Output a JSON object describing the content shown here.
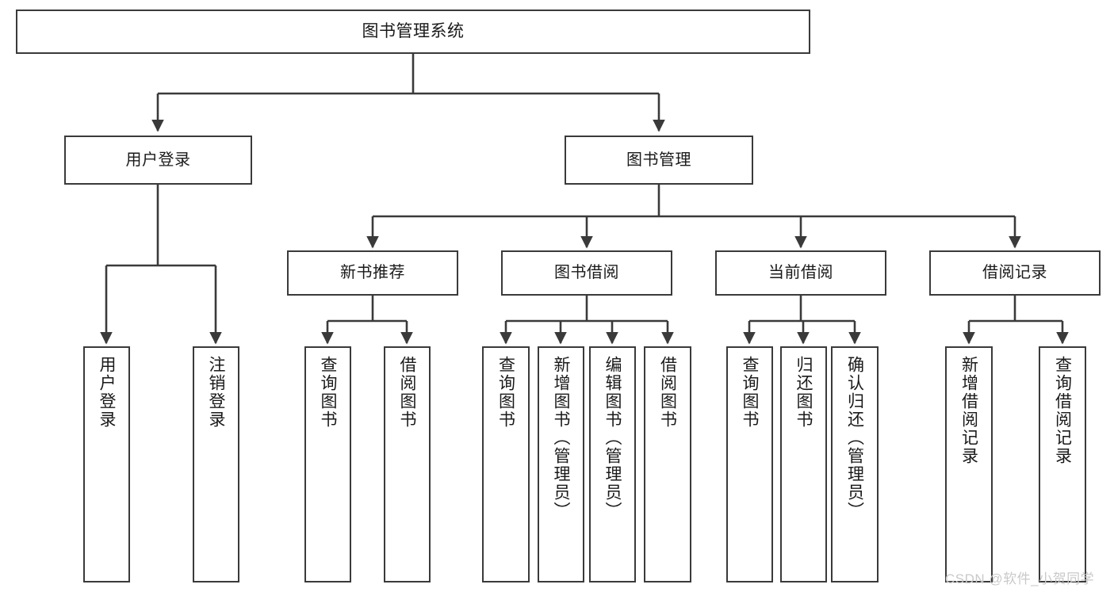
{
  "diagram": {
    "type": "tree",
    "title": "图书管理系统",
    "watermark": "CSDN @软件_小贺同学",
    "colors": {
      "stroke": "#3a3a3a",
      "fill": "#ffffff",
      "text": "#1a1a1a",
      "watermark": "#c9c9c9"
    },
    "nodes": {
      "root": {
        "label": "图书管理系统"
      },
      "level2": [
        {
          "id": "user_login",
          "label": "用户登录"
        },
        {
          "id": "book_mgmt",
          "label": "图书管理"
        }
      ],
      "level3": [
        {
          "id": "new_book_rec",
          "label": "新书推荐"
        },
        {
          "id": "book_borrow",
          "label": "图书借阅"
        },
        {
          "id": "current_borrow",
          "label": "当前借阅"
        },
        {
          "id": "borrow_record",
          "label": "借阅记录"
        }
      ],
      "leaves": {
        "user_login": [
          {
            "id": "leaf_user_login",
            "label": "用户登录"
          },
          {
            "id": "leaf_user_logout",
            "label": "注销登录"
          }
        ],
        "new_book_rec": [
          {
            "id": "leaf_query_book_1",
            "label": "查询图书"
          },
          {
            "id": "leaf_borrow_book_1",
            "label": "借阅图书"
          }
        ],
        "book_borrow": [
          {
            "id": "leaf_query_book_2",
            "label": "查询图书"
          },
          {
            "id": "leaf_add_book",
            "label": "新增图书（管理员）"
          },
          {
            "id": "leaf_edit_book",
            "label": "编辑图书（管理员）"
          },
          {
            "id": "leaf_borrow_book_2",
            "label": "借阅图书"
          }
        ],
        "current_borrow": [
          {
            "id": "leaf_query_book_3",
            "label": "查询图书"
          },
          {
            "id": "leaf_return_book",
            "label": "归还图书"
          },
          {
            "id": "leaf_confirm_return",
            "label": "确认归还（管理员）"
          }
        ],
        "borrow_record": [
          {
            "id": "leaf_add_record",
            "label": "新增借阅记录"
          },
          {
            "id": "leaf_query_record",
            "label": "查询借阅记录"
          }
        ]
      }
    }
  }
}
